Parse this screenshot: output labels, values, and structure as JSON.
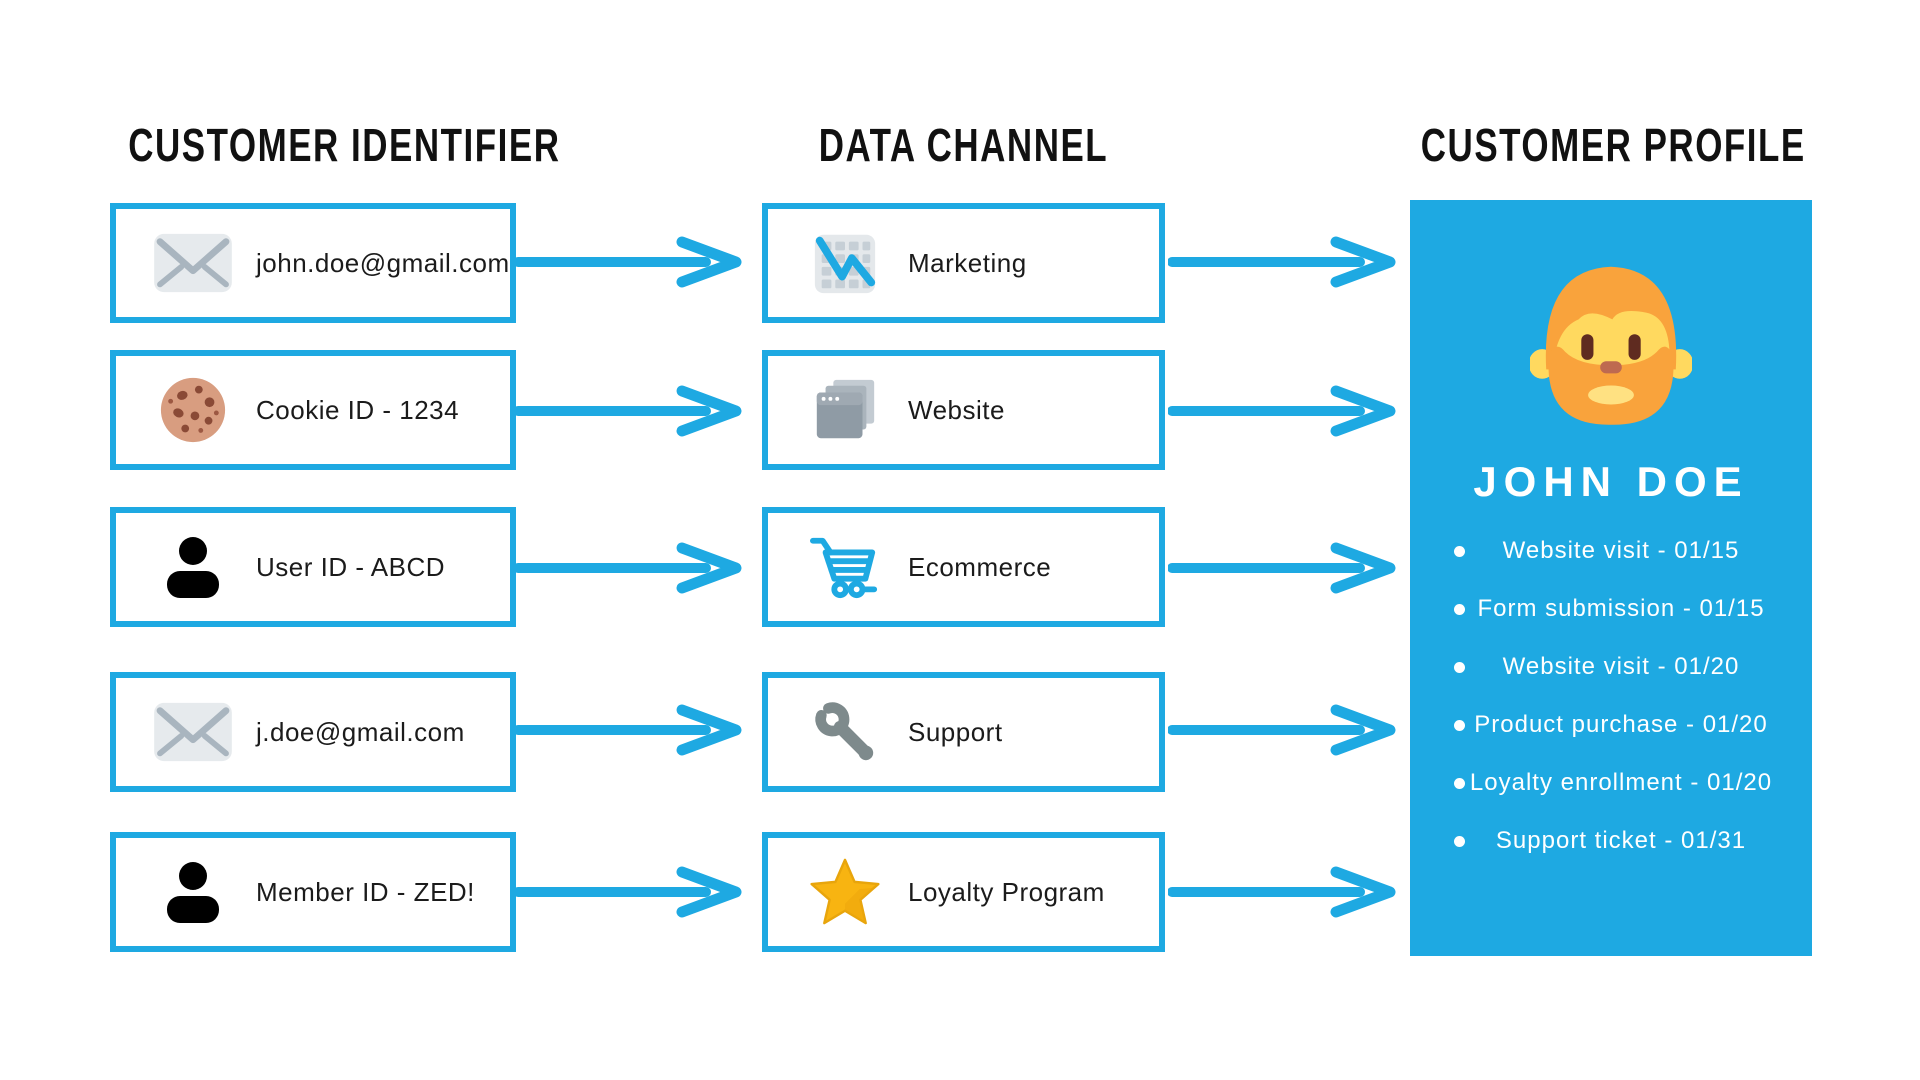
{
  "titles": {
    "left": "CUSTOMER IDENTIFIER",
    "middle": "DATA CHANNEL",
    "right": "CUSTOMER PROFILE"
  },
  "identifiers": [
    {
      "icon": "envelope-icon",
      "label": "john.doe@gmail.com"
    },
    {
      "icon": "cookie-icon",
      "label": "Cookie ID - 1234"
    },
    {
      "icon": "person-icon",
      "label": "User ID - ABCD"
    },
    {
      "icon": "envelope-icon",
      "label": "j.doe@gmail.com"
    },
    {
      "icon": "person-icon",
      "label": "Member ID - ZED!"
    }
  ],
  "channels": [
    {
      "icon": "chart-icon",
      "label": "Marketing"
    },
    {
      "icon": "browser-icon",
      "label": "Website"
    },
    {
      "icon": "cart-icon",
      "label": "Ecommerce"
    },
    {
      "icon": "wrench-icon",
      "label": "Support"
    },
    {
      "icon": "star-icon",
      "label": "Loyalty Program"
    }
  ],
  "profile": {
    "name": "JOHN DOE",
    "avatar": "bearded-man-avatar",
    "events": [
      "Website visit - 01/15",
      "Form submission - 01/15",
      "Website visit - 01/20",
      "Product purchase - 01/20",
      "Loyalty enrollment - 01/20",
      "Support ticket - 01/31"
    ]
  },
  "colors": {
    "accent_blue": "#1EA9E2",
    "panel_blue": "#1EA9E2",
    "title_text": "#111111",
    "label_text": "#1b1b1b",
    "profile_text": "#ffffff"
  }
}
